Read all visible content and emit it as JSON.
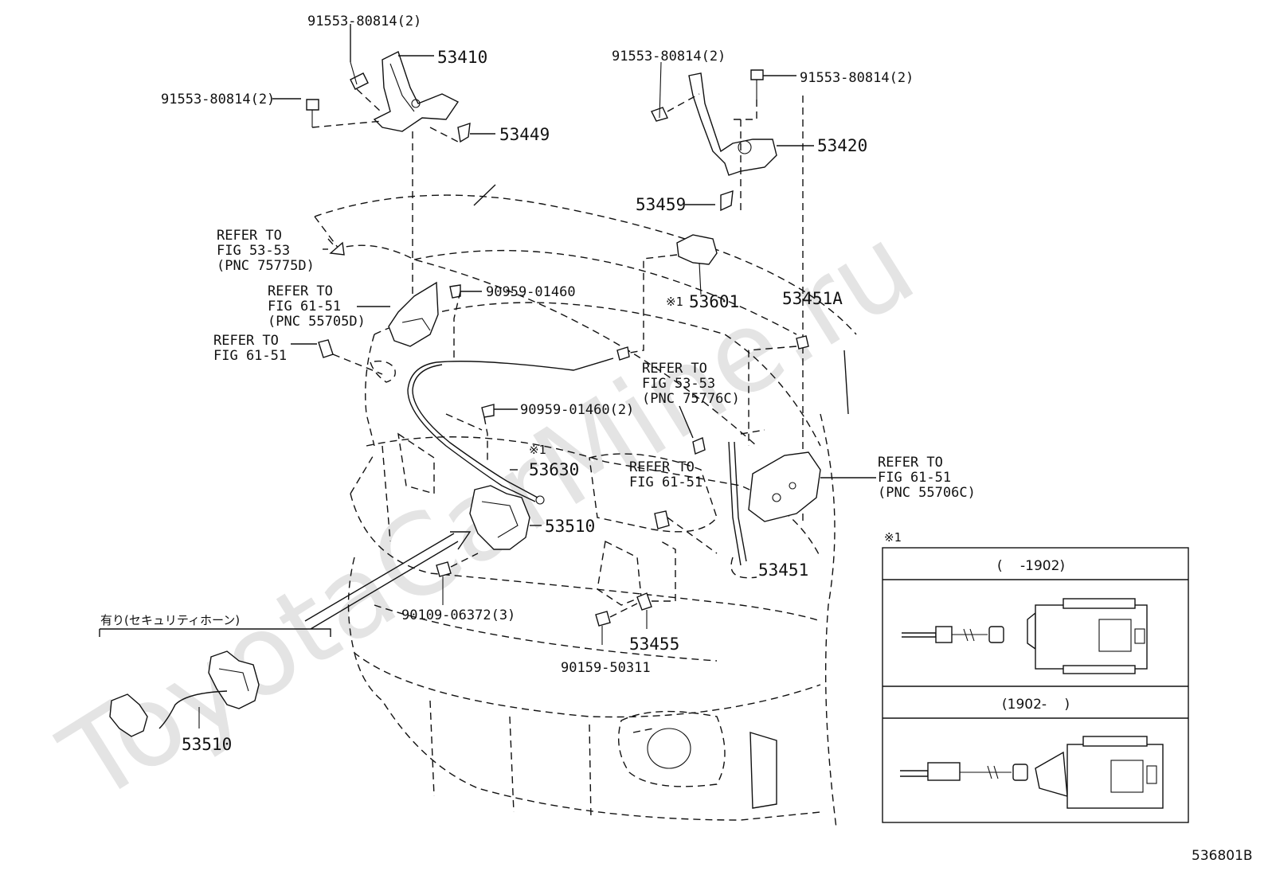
{
  "watermark": "ToyotaCarMine.ru",
  "figure_code": "536801B",
  "callouts": {
    "bolt_53410_top": "91553-80814(2)",
    "bolt_53410_left": "91553-80814(2)",
    "hinge_left": "53410",
    "hinge_left_clip": "53449",
    "bolt_53420_left": "91553-80814(2)",
    "bolt_53420_right": "91553-80814(2)",
    "hinge_right": "53420",
    "hinge_right_clip": "53459",
    "insulator_ref": [
      "REFER TO",
      "FIG 53-53",
      "(PNC 75775D)"
    ],
    "headlamp_left_ref": [
      "REFER TO",
      "FIG 61-51",
      "(PNC 55705D)"
    ],
    "grommet_left_ref": [
      "REFER TO",
      "FIG 61-51"
    ],
    "clip_top": "90959-01460",
    "asterisk_53601": "※1",
    "switch_53601": "53601",
    "cushion": "53451A",
    "seal_ref": [
      "REFER TO",
      "FIG 53-53",
      "(PNC 75776C)"
    ],
    "clip_pair": "90959-01460(2)",
    "asterisk_53630": "※1",
    "cable": "53630",
    "grommet_center_ref": [
      "REFER TO",
      "FIG 61-51"
    ],
    "lock": "53510",
    "headlamp_right_ref": [
      "REFER TO",
      "FIG 61-51",
      "(PNC 55706C)"
    ],
    "support_rod": "53451",
    "bolt_lock": "90109-06372(3)",
    "bolt_holder": "90159-50311",
    "rod_holder": "53455",
    "security_note": "有り(セキュリティホーン)",
    "lock_security": "53510"
  },
  "inset": {
    "marker": "※1",
    "row1_label": "(　 -1902)",
    "row2_label": "(1902-　 )"
  }
}
